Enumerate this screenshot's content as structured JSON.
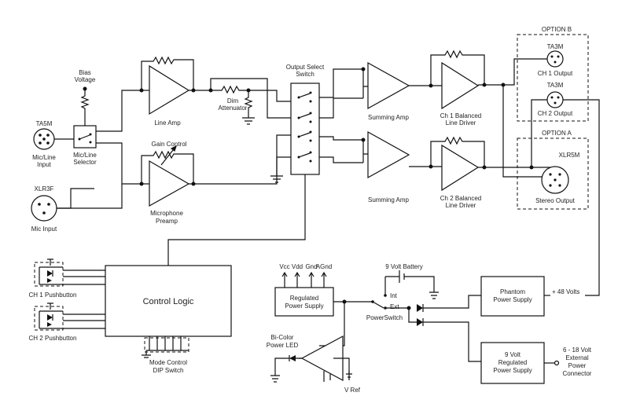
{
  "labels": {
    "bias": [
      "Bias",
      "Voltage"
    ],
    "ta5m": "TA5M",
    "mic_line_input": [
      "Mic/Line",
      "Input"
    ],
    "mic_line_selector": [
      "Mic/Line",
      "Selector"
    ],
    "xlr3f": "XLR3F",
    "mic_input": "Mic Input",
    "line_amp": "Line Amp",
    "dim_attenuator": [
      "Dim",
      "Attenuator"
    ],
    "gain_control": "Gain Control",
    "mic_preamp": [
      "Microphone",
      "Preamp"
    ],
    "output_select": [
      "Output Select",
      "Switch"
    ],
    "summing_amp_1": "Summing Amp",
    "summing_amp_2": "Summing Amp",
    "ch1_driver": [
      "Ch 1 Balanced",
      "Line Driver"
    ],
    "ch2_driver": [
      "Ch 2 Balanced",
      "Line Driver"
    ],
    "option_b": "OPTION B",
    "ta3m_1": "TA3M",
    "ch1_output": "CH 1 Output",
    "ta3m_2": "TA3M",
    "ch2_output": "CH 2 Output",
    "option_a": "OPTION A",
    "xlr5m": "XLR5M",
    "stereo_output": "Stereo Output",
    "control_logic": "Control Logic",
    "ch1_pushbutton": "CH 1 Pushbutton",
    "ch2_pushbutton": "CH 2 Pushbutton",
    "mode_control": [
      "Mode Control",
      "DIP Switch"
    ],
    "rails": [
      "Vcc",
      "Vdd",
      "Gnd",
      "AGnd"
    ],
    "regulated_ps": [
      "Regulated",
      "Power Supply"
    ],
    "battery": "9 Volt Battery",
    "int": "Int",
    "ext": "Ext",
    "power_switch": "PowerSwitch",
    "phantom_ps": [
      "Phantom",
      "Power Supply"
    ],
    "plus_48": "+ 48 Volts",
    "reg_9v": [
      "9 Volt",
      "Regulated",
      "Power Supply"
    ],
    "ext_connector": [
      "6 - 18 Volt",
      "External",
      "Power",
      "Connector"
    ],
    "bicolor_led": [
      "Bi-Color",
      "Power LED"
    ],
    "vref": "V Ref"
  }
}
